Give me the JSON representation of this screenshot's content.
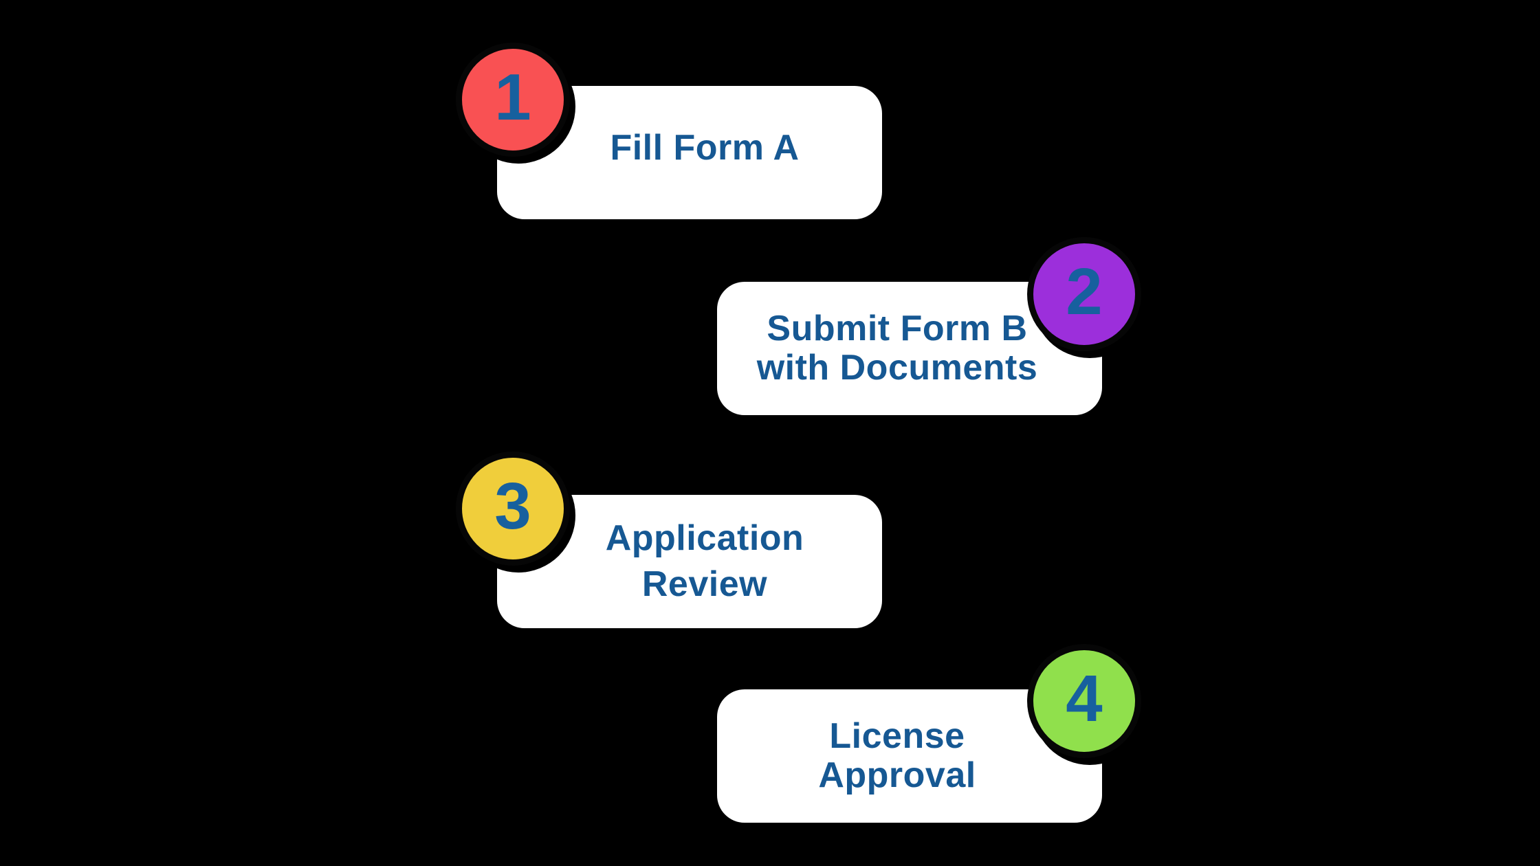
{
  "diagram": {
    "background": "#000000",
    "card_color": "#FFFFFF",
    "label_color": "#165893",
    "number_color": "#17609E",
    "steps": [
      {
        "number": "1",
        "circle_color": "#F95153",
        "circle_side": "left",
        "lines": [
          "Fill Form A"
        ]
      },
      {
        "number": "2",
        "circle_color": "#9C2FDB",
        "circle_side": "right",
        "lines": [
          "Submit Form B",
          "with Documents"
        ]
      },
      {
        "number": "3",
        "circle_color": "#F0CE3B",
        "circle_side": "left",
        "lines": [
          "Application",
          "Review"
        ]
      },
      {
        "number": "4",
        "circle_color": "#90E04C",
        "circle_side": "right",
        "lines": [
          "License",
          "Approval"
        ]
      }
    ]
  }
}
